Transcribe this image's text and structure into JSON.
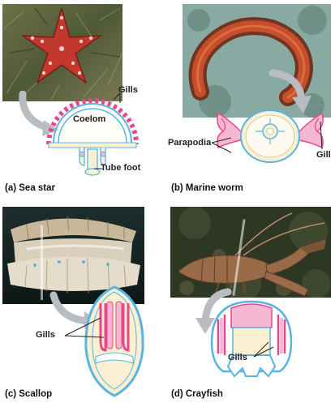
{
  "panels": {
    "a": {
      "caption": "(a) Sea star",
      "labels": {
        "gills": "Gills",
        "coelom": "Coelom",
        "tube_foot": "Tube foot"
      }
    },
    "b": {
      "caption": "(b) Marine worm",
      "labels": {
        "parapodia": "Parapodia",
        "gill": "Gill"
      }
    },
    "c": {
      "caption": "(c) Scallop",
      "labels": {
        "gills": "Gills"
      }
    },
    "d": {
      "caption": "(d) Crayfish",
      "labels": {
        "gills": "Gills"
      }
    }
  },
  "colors": {
    "gill_pink": "#e8468a",
    "membrane_blue": "#59b4e2",
    "cream": "#fbf1d2",
    "light_pink": "#f5b7d2",
    "arrow_grey": "#b9bdc2"
  }
}
